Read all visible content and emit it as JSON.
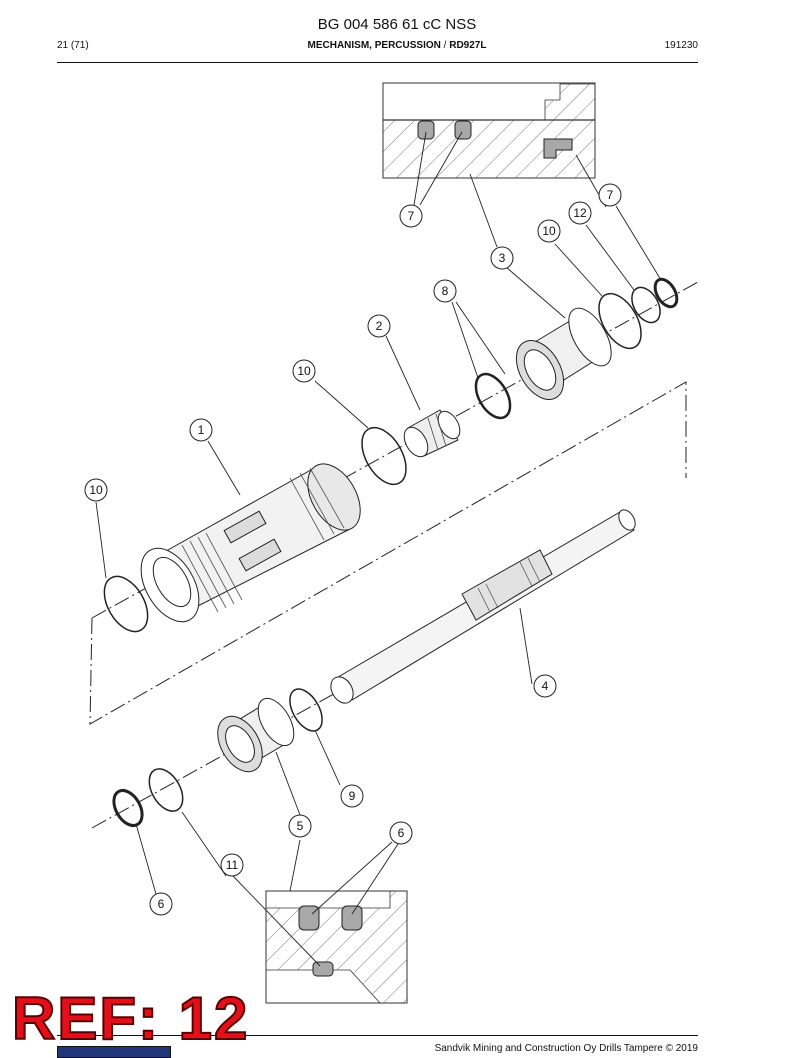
{
  "header": {
    "document_number": "BG 004 586 61 cC NSS",
    "page": "21 (71)",
    "section_main": "MECHANISM, PERCUSSION",
    "section_separator": " / ",
    "section_model": "RD927L",
    "date_code": "191230"
  },
  "callouts": {
    "c1": "1",
    "c2": "2",
    "c3": "3",
    "c4": "4",
    "c5": "5",
    "c6a": "6",
    "c6b": "6",
    "c7a": "7",
    "c7b": "7",
    "c8": "8",
    "c9": "9",
    "c10a": "10",
    "c10b": "10",
    "c10c": "10",
    "c11": "11",
    "c12": "12"
  },
  "overlay": {
    "ref_label": "REF: 12"
  },
  "footer": {
    "copyright": "Sandvik Mining and Construction Oy Drills Tampere © 2019"
  }
}
